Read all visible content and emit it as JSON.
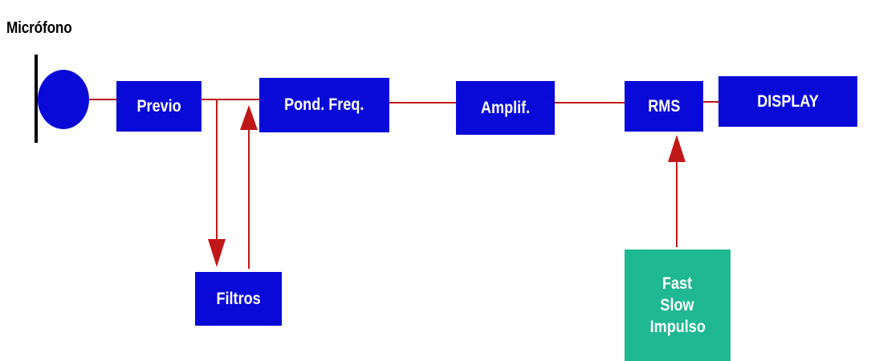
{
  "microphone": {
    "label": "Micrófono",
    "body_color": "#0a0ad8"
  },
  "blocks": {
    "previo": "Previo",
    "pond_freq": "Pond. Freq.",
    "amplif": "Amplif.",
    "rms": "RMS",
    "display": "DISPLAY",
    "filtros": "Filtros",
    "response_modes": [
      "Fast",
      "Slow",
      "Impulso"
    ]
  },
  "colors": {
    "block_blue": "#0a0ad8",
    "block_teal": "#1fb892",
    "connector_red": "#c01818",
    "text_white": "#ffffff"
  }
}
